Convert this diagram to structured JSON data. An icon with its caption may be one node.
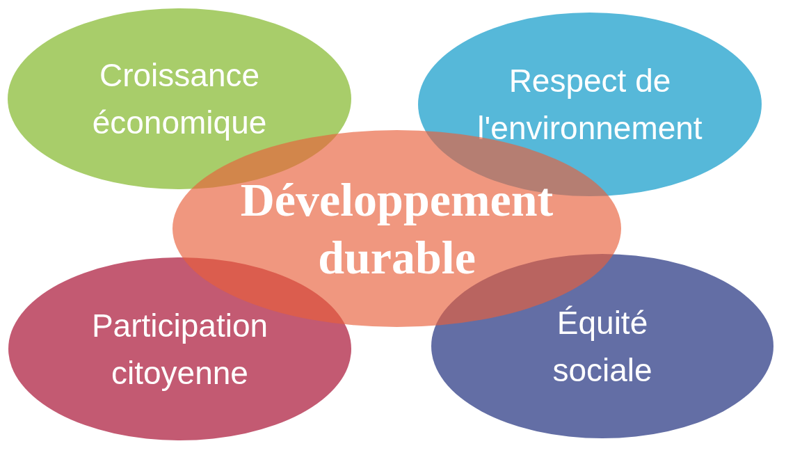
{
  "diagram": {
    "nodes": [
      {
        "text": [
          "Croissance économique"
        ]
      },
      {
        "text": [
          "Respect de l'environnement"
        ]
      },
      {
        "text": [
          "Développement durable"
        ]
      },
      {
        "text": [
          "Participation citoyenne"
        ]
      },
      {
        "text": [
          "Équité sociale"
        ]
      }
    ]
  }
}
